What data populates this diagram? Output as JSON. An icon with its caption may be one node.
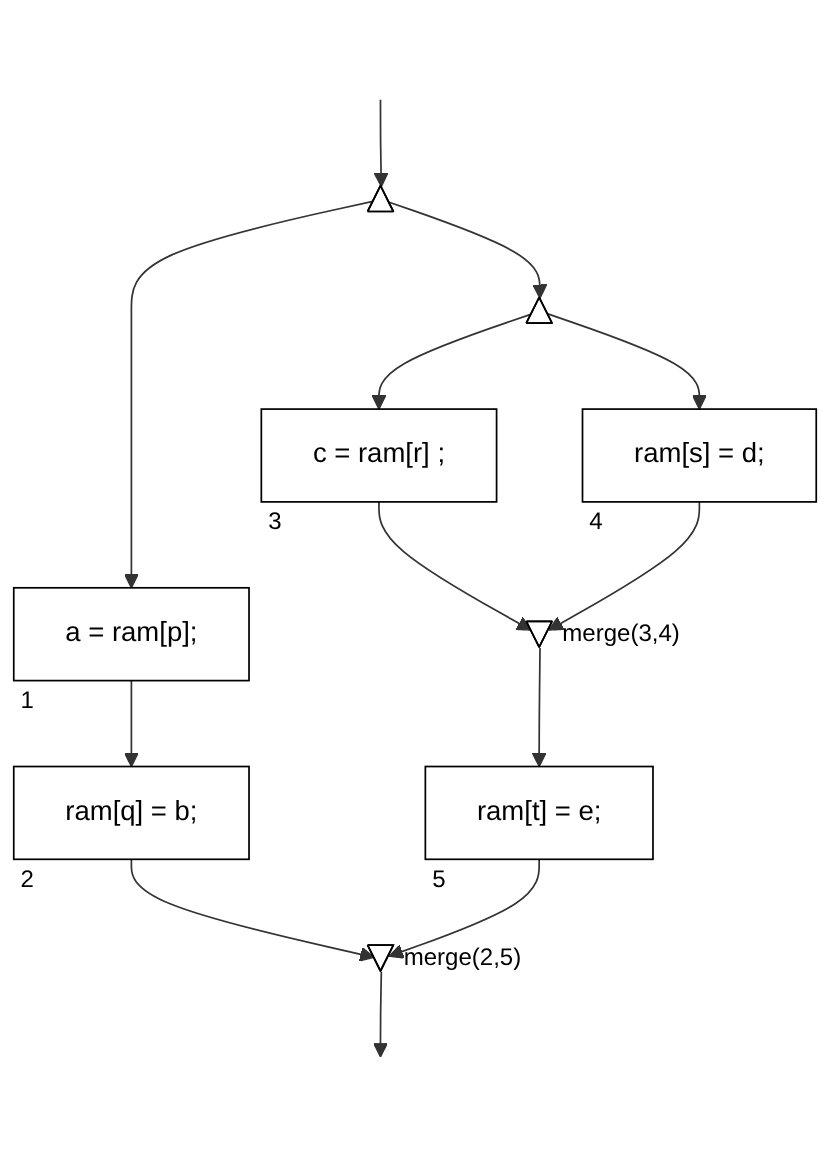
{
  "diagram": {
    "nodes": [
      {
        "text": [],
        "shape": "triangle"
      },
      {
        "text": [
          "a = ram[p];"
        ],
        "beside": [
          "1"
        ]
      },
      {
        "text": [],
        "shape": "triangle"
      },
      {
        "text": [
          "c = ram[r] ;"
        ],
        "beside": [
          "3"
        ]
      },
      {
        "text": [
          "ram[s] = d;"
        ],
        "beside": [
          "4"
        ]
      },
      {
        "text": [],
        "shape": "inverted-triangle",
        "beside": [
          "merge(3,4)"
        ]
      },
      {
        "text": [
          "ram[q] = b;"
        ],
        "beside": [
          "2"
        ]
      },
      {
        "text": [
          "ram[t] = e;"
        ],
        "beside": [
          "5"
        ]
      },
      {
        "text": [],
        "shape": "inverted-triangle",
        "beside": [
          "merge(2,5)"
        ]
      }
    ],
    "edges": [
      {
        "from": null,
        "to": 0,
        "arrow": "to"
      },
      {
        "from": 0,
        "to": 1,
        "arrow": "to"
      },
      {
        "from": 0,
        "to": 2,
        "arrow": "to"
      },
      {
        "from": 2,
        "to": 3,
        "arrow": "to"
      },
      {
        "from": 2,
        "to": 4,
        "arrow": "to"
      },
      {
        "from": 3,
        "to": 5,
        "arrow": "to"
      },
      {
        "from": 4,
        "to": 5,
        "arrow": "to"
      },
      {
        "from": 1,
        "to": 6,
        "arrow": "to"
      },
      {
        "from": 5,
        "to": 7,
        "arrow": "to"
      },
      {
        "from": 6,
        "to": 8,
        "arrow": "to"
      },
      {
        "from": 7,
        "to": 8,
        "arrow": "to"
      },
      {
        "from": 8,
        "to": null,
        "arrow": "to"
      }
    ]
  }
}
